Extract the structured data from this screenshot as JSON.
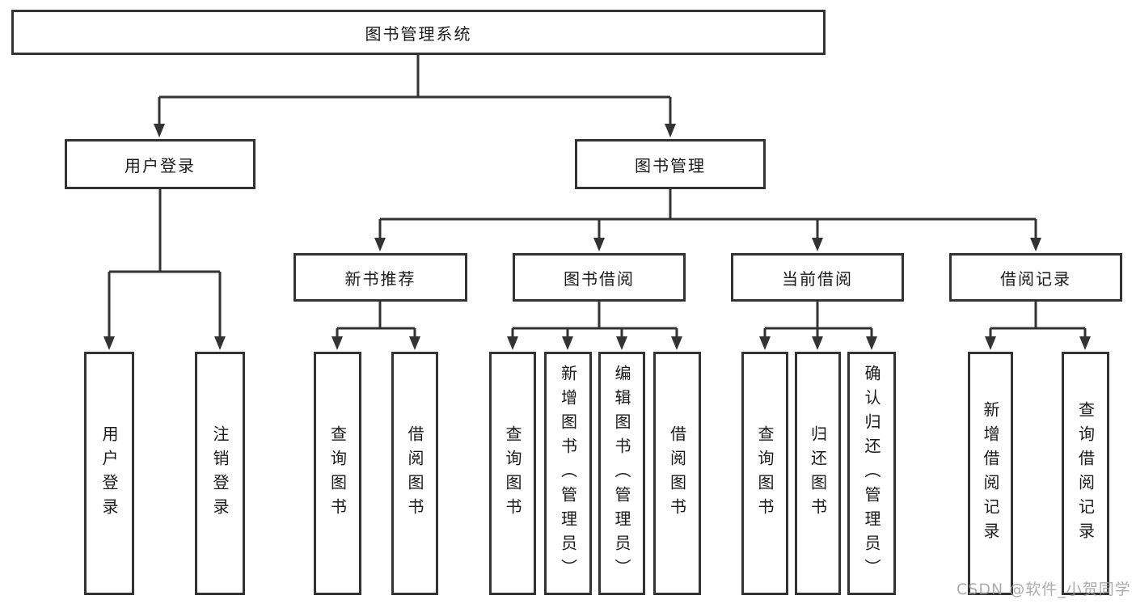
{
  "diagram_title": "图书管理系统",
  "nodes": {
    "root": "图书管理系统",
    "user_login": "用户登录",
    "book_mgmt": "图书管理",
    "new_book_rec": "新书推荐",
    "book_borrow": "图书借阅",
    "current_borrow": "当前借阅",
    "borrow_record": "借阅记录",
    "ul_user_login": "用户登录",
    "ul_logout": "注销登录",
    "nb_query_book": "查询图书",
    "nb_borrow_book": "借阅图书",
    "bb_query_book": "查询图书",
    "bb_add_book": "新增图书（管理员）",
    "bb_edit_book": "编辑图书（管理员）",
    "bb_borrow_book": "借阅图书",
    "cb_query_book": "查询图书",
    "cb_return_book": "归还图书",
    "cb_confirm_return": "确认归还（管理员）",
    "br_add_record": "新增借阅记录",
    "br_query_record": "查询借阅记录"
  },
  "hierarchy": {
    "图书管理系统": {
      "用户登录": [
        "用户登录",
        "注销登录"
      ],
      "图书管理": {
        "新书推荐": [
          "查询图书",
          "借阅图书"
        ],
        "图书借阅": [
          "查询图书",
          "新增图书（管理员）",
          "编辑图书（管理员）",
          "借阅图书"
        ],
        "当前借阅": [
          "查询图书",
          "归还图书",
          "确认归还（管理员）"
        ],
        "借阅记录": [
          "新增借阅记录",
          "查询借阅记录"
        ]
      }
    }
  },
  "watermark": "CSDN @软件_小贺同学",
  "colors": {
    "line": "#333333",
    "text": "#1a1a1a",
    "watermark": "#9e9e9e",
    "background": "#ffffff"
  }
}
